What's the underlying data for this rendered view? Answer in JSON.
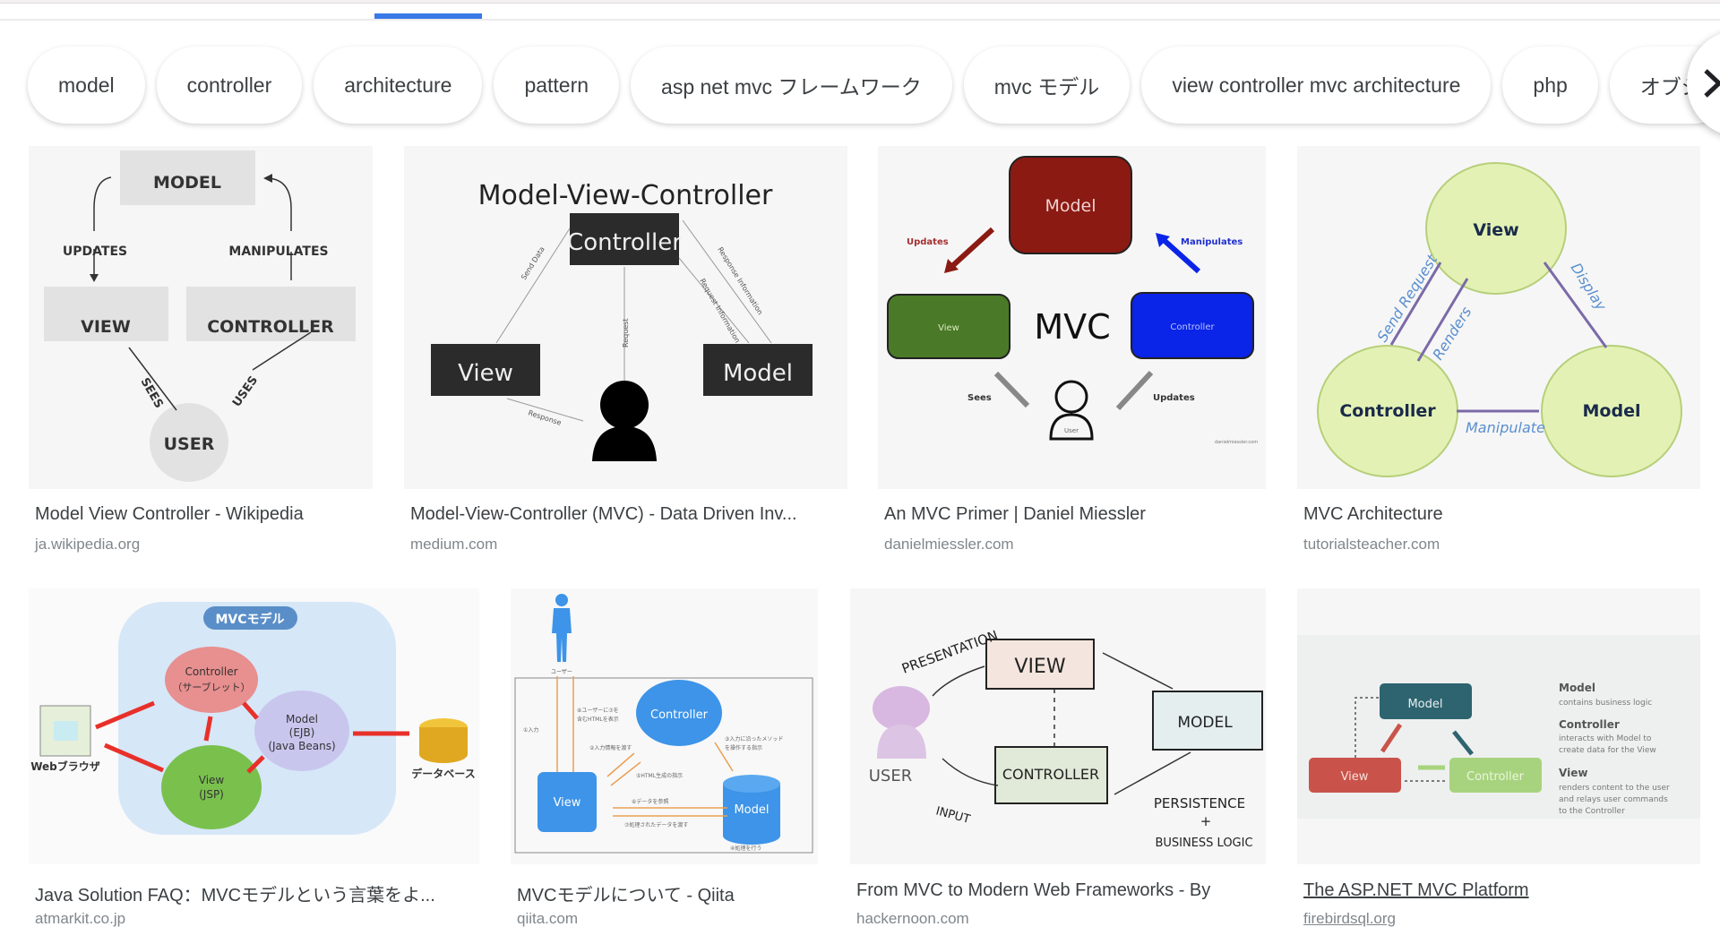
{
  "tabs": {
    "active_indicator_color": "#3b78e7"
  },
  "chips": [
    {
      "label": "model"
    },
    {
      "label": "controller"
    },
    {
      "label": "architecture"
    },
    {
      "label": "pattern"
    },
    {
      "label": "asp net mvc フレームワーク"
    },
    {
      "label": "mvc モデル"
    },
    {
      "label": "view controller mvc architecture"
    },
    {
      "label": "php"
    },
    {
      "label": "オブジ"
    }
  ],
  "scroll_button": {
    "icon": "chevron-right-icon"
  },
  "results": [
    {
      "title": "Model View Controller - Wikipedia",
      "source": "ja.wikipedia.org",
      "diagram": {
        "model": "MODEL",
        "view": "VIEW",
        "controller": "CONTROLLER",
        "user": "USER",
        "updates": "UPDATES",
        "manipulates": "MANIPULATES",
        "sees": "SEES",
        "uses": "USES"
      }
    },
    {
      "title": "Model-View-Controller (MVC) - Data Driven Inv...",
      "source": "medium.com",
      "diagram": {
        "heading": "Model-View-Controller",
        "controller": "Controller",
        "view": "View",
        "model": "Model",
        "send_data": "Send Data",
        "request": "Request",
        "response": "Response",
        "request_info": "Request Information",
        "response_info": "Response Information"
      }
    },
    {
      "title": "An MVC Primer | Daniel Miessler",
      "source": "danielmiessler.com",
      "diagram": {
        "center": "MVC",
        "model": "Model",
        "view": "View",
        "controller": "Controller",
        "user": "User",
        "updates": "Updates",
        "manipulates": "Manipulates",
        "sees": "Sees",
        "updates2": "Updates",
        "watermark": "danielmiessler.com",
        "model_color": "#8b1a12",
        "view_color": "#4a7a27",
        "controller_color": "#0a24e8"
      }
    },
    {
      "title": "MVC Architecture",
      "source": "tutorialsteacher.com",
      "diagram": {
        "view": "View",
        "controller": "Controller",
        "model": "Model",
        "send_request": "Send Request",
        "renders": "Renders",
        "display": "Display",
        "manipulate": "Manipulate"
      }
    },
    {
      "title": "Java Solution FAQ：MVCモデルという言葉をよ...",
      "source": "atmarkit.co.jp",
      "diagram": {
        "badge": "MVCモデル",
        "controller": "Controller",
        "controller_sub": "（サーブレット）",
        "model": "Model",
        "model_sub1": "(EJB)",
        "model_sub2": "(Java Beans)",
        "view": "View",
        "view_sub": "(JSP)",
        "browser": "Webブラウザ",
        "database": "データベース"
      }
    },
    {
      "title": "MVCモデルについて - Qiita",
      "source": "qiita.com",
      "diagram": {
        "user": "ユーザー",
        "controller": "Controller",
        "view": "View",
        "model": "Model",
        "step1": "①入力",
        "step2": "②入力情報を渡す",
        "step3a": "③入力に沿ったメソッド",
        "step3b": "を操作する指示",
        "step4": "④処理を行う",
        "step5": "⑤HTML生成の指示",
        "step6": "⑥データを参照",
        "step7": "⑦処理されたデータを渡す",
        "step8a": "⑧ユーザーに⑦を",
        "step8b": "含むHTMLを表示"
      }
    },
    {
      "title": "From MVC to Modern Web Frameworks - By",
      "source": "hackernoon.com",
      "diagram": {
        "presentation": "PRESENTATION",
        "view": "VIEW",
        "controller": "CONTROLLER",
        "model": "MODEL",
        "user": "USER",
        "input": "INPUT",
        "persistence": "PERSISTENCE",
        "plus": "+",
        "business_logic": "BUSINESS LOGIC"
      }
    },
    {
      "title": "The ASP.NET MVC Platform",
      "source": "firebirdsql.org",
      "diagram": {
        "model": "Model",
        "view": "View",
        "controller": "Controller",
        "legend_model": "Model",
        "legend_model_desc": "contains business logic",
        "legend_controller": "Controller",
        "legend_controller_desc1": "interacts with Model to",
        "legend_controller_desc2": "create data for the View",
        "legend_view": "View",
        "legend_view_desc1": "renders content to the user",
        "legend_view_desc2": "and relays user commands",
        "legend_view_desc3": "to the Controller"
      }
    }
  ]
}
